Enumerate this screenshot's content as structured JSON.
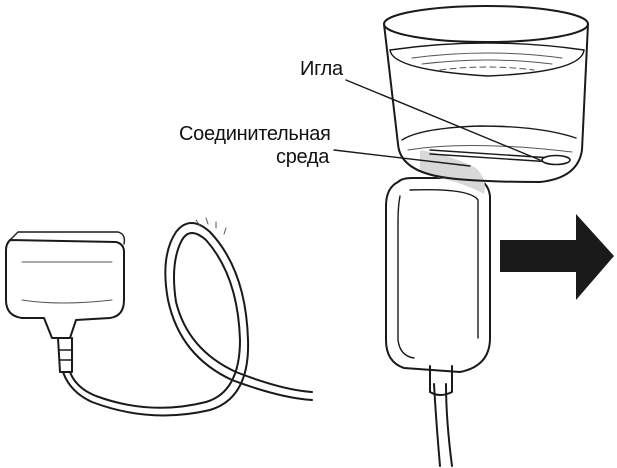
{
  "labels": {
    "needle": "Игла",
    "medium_line1": "Соединительная",
    "medium_line2": "среда"
  },
  "colors": {
    "ink": "#1a1a1a",
    "arrow": "#1a1a1a",
    "coupling_medium": "#d8d8d8",
    "background": "#ffffff"
  }
}
